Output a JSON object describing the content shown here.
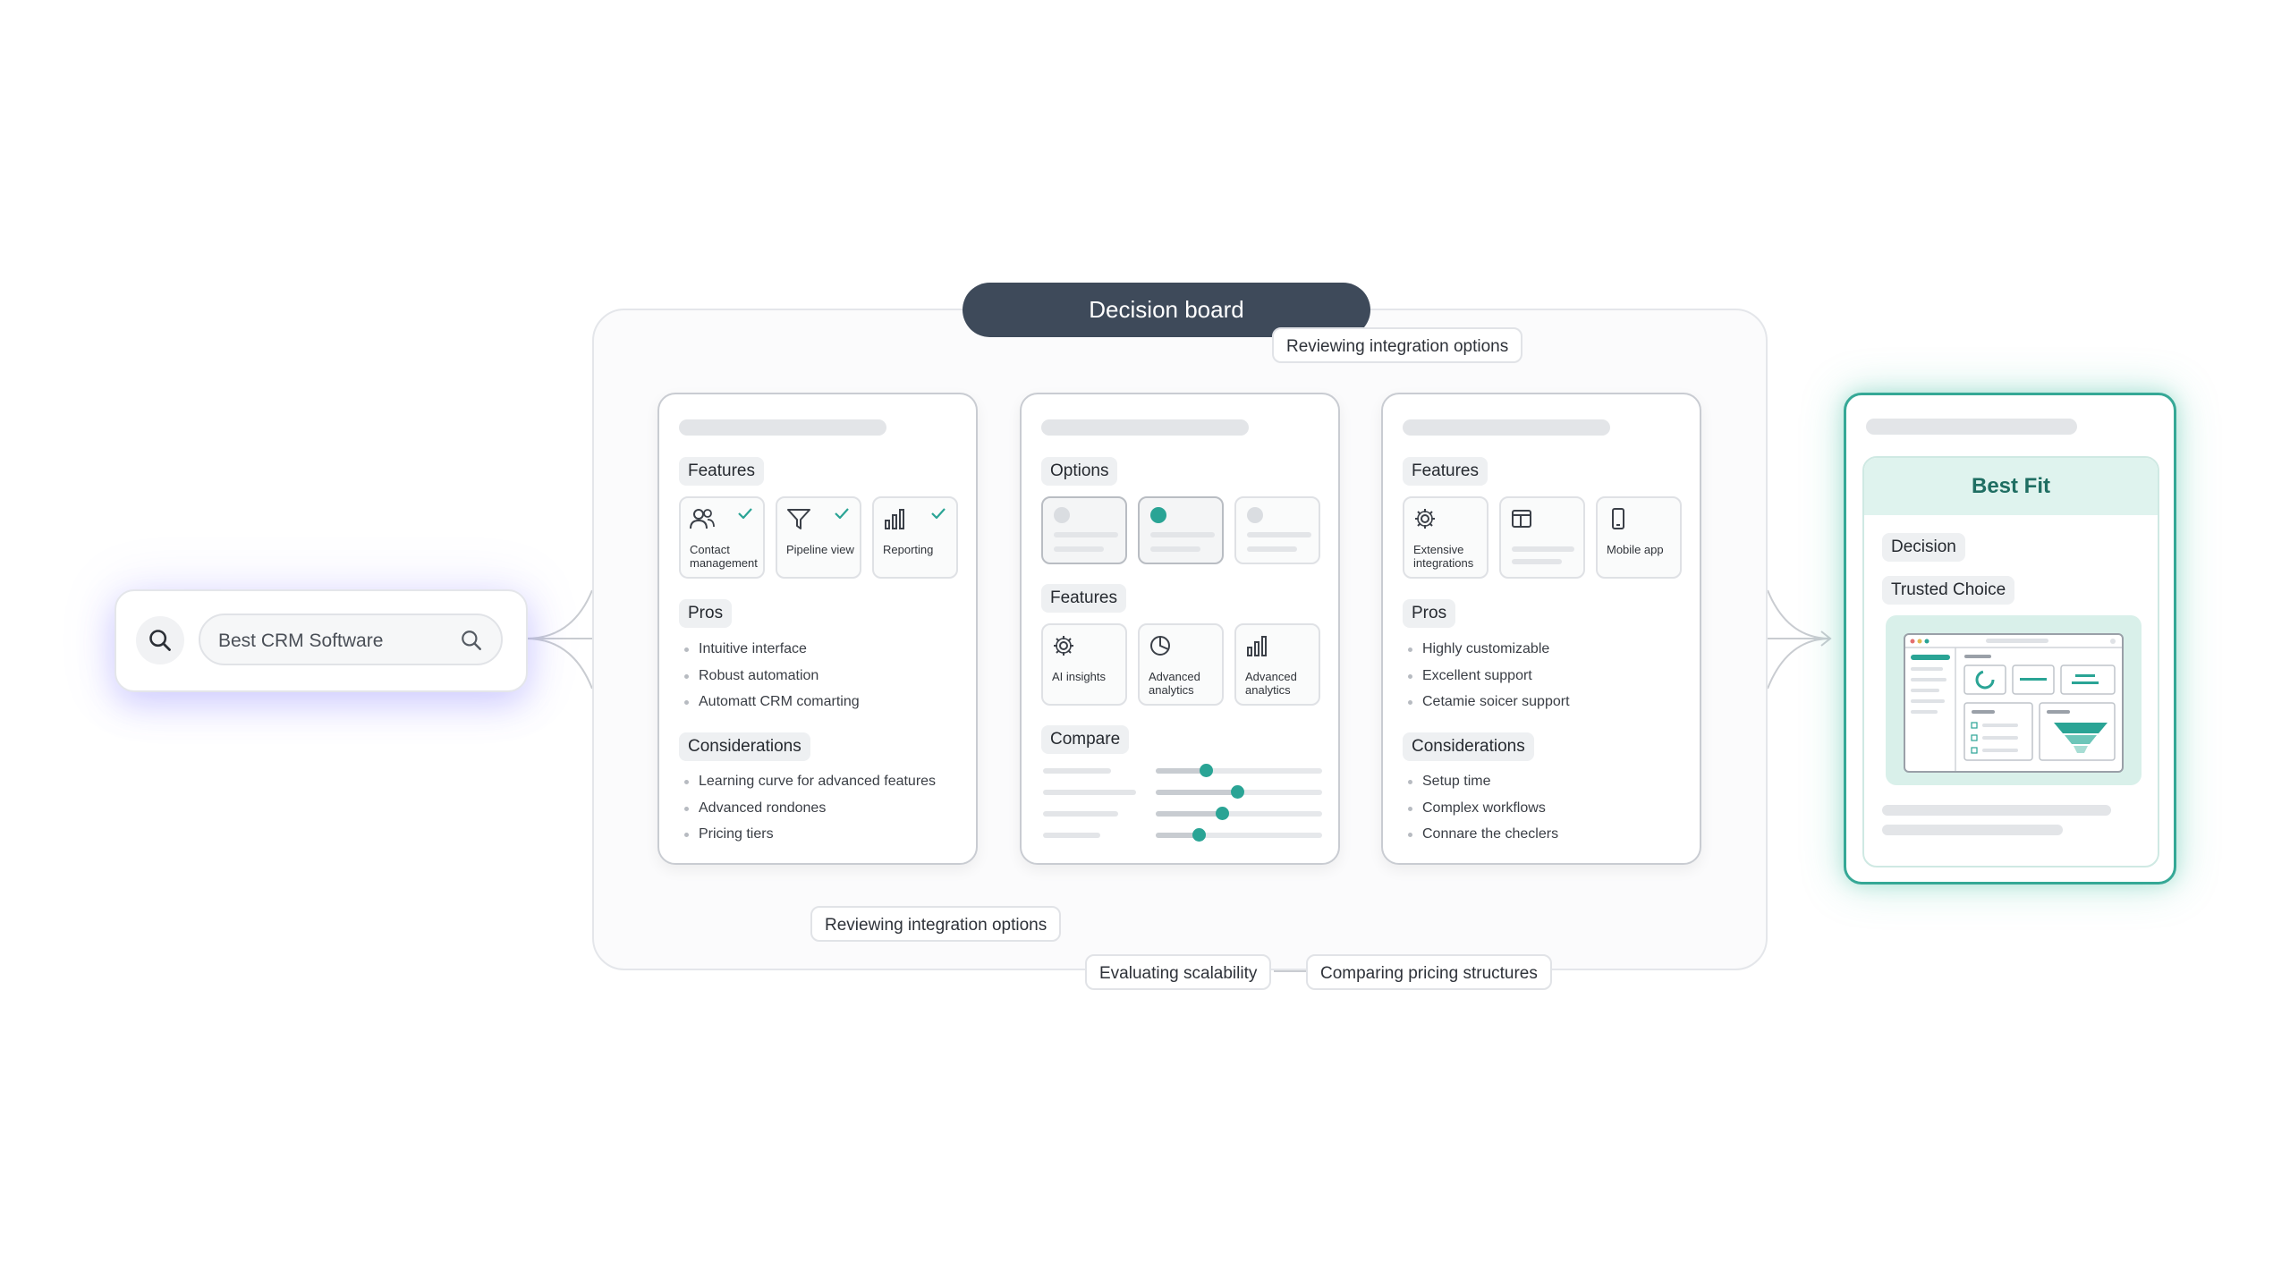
{
  "search": {
    "query": "Best CRM Software",
    "icon_left": "search-icon",
    "icon_right": "search-icon"
  },
  "board": {
    "title": "Decision board",
    "tags": {
      "top": "Reviewing integration options",
      "bottom_left": "Reviewing integration options",
      "bottom_mid": "Evaluating scalability",
      "bottom_right": "Comparing pricing structures"
    }
  },
  "panel1": {
    "features_label": "Features",
    "tiles": [
      {
        "label": "Contact management",
        "icon": "users-icon",
        "checked": true
      },
      {
        "label": "Pipeline view",
        "icon": "funnel-icon",
        "checked": true
      },
      {
        "label": "Reporting",
        "icon": "bar-chart-icon",
        "checked": true
      }
    ],
    "pros_label": "Pros",
    "pros": [
      "Intuitive interface",
      "Robust automation",
      "Automatt CRM comarting"
    ],
    "cons_label": "Considerations",
    "cons": [
      "Learning curve for advanced features",
      "Advanced rondones",
      "Pricing tiers"
    ]
  },
  "panel2": {
    "options_label": "Options",
    "selected_option": 2,
    "features_label": "Features",
    "tiles": [
      {
        "label": "AI insights",
        "icon": "gear-icon"
      },
      {
        "label": "Advanced analytics",
        "icon": "pie-chart-icon"
      },
      {
        "label": "Advanced analytics",
        "icon": "bar-chart-icon"
      }
    ],
    "compare_label": "Compare",
    "sliders": [
      0.3,
      0.49,
      0.4,
      0.26
    ]
  },
  "panel3": {
    "features_label": "Features",
    "tiles": [
      {
        "label": "Extensive integrations",
        "icon": "gear-icon"
      },
      {
        "label": "",
        "icon": "window-icon"
      },
      {
        "label": "Mobile app",
        "icon": "mobile-icon"
      }
    ],
    "pros_label": "Pros",
    "pros": [
      "Highly customizable",
      "Excellent support",
      "Cetamie soicer support"
    ],
    "cons_label": "Considerations",
    "cons": [
      "Setup time",
      "Complex workflows",
      "Connare the checlers"
    ]
  },
  "bestfit": {
    "title": "Best Fit",
    "chip1": "Decision",
    "chip2": "Trusted Choice"
  },
  "colors": {
    "accent": "#2aa495",
    "board_title_bg": "#3e4a5a",
    "bestfit_border": "#35a896"
  }
}
